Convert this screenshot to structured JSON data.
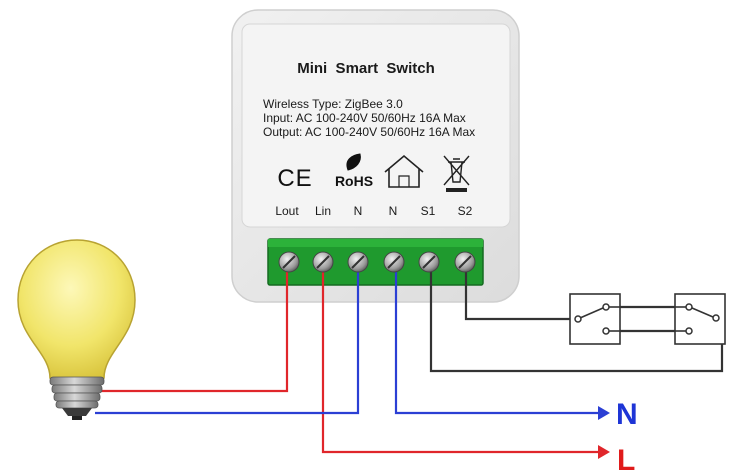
{
  "device": {
    "title": "Mini  Smart  Switch",
    "specs": [
      "Wireless Type: ZigBee 3.0",
      "Input: AC 100-240V 50/60Hz 16A Max",
      "Output: AC 100-240V 50/60Hz 16A Max"
    ],
    "cert_marks": {
      "ce": "CE",
      "rohs": "RoHS"
    },
    "terminals": [
      "Lout",
      "Lin",
      "N",
      "N",
      "S1",
      "S2"
    ]
  },
  "supply": {
    "neutral_label": "N",
    "live_label": "L"
  },
  "colors": {
    "live_wire": "#e0262b",
    "neutral_wire": "#2b3fd4",
    "switch_wire": "#333333",
    "supply_label": "#1e35d6",
    "live_label": "#e01b1b",
    "terminal_block": "#1f9a2e",
    "bulb_glass": "#f4ec78",
    "device_body": "#ebebeb",
    "label_panel": "#f3f3f3"
  }
}
